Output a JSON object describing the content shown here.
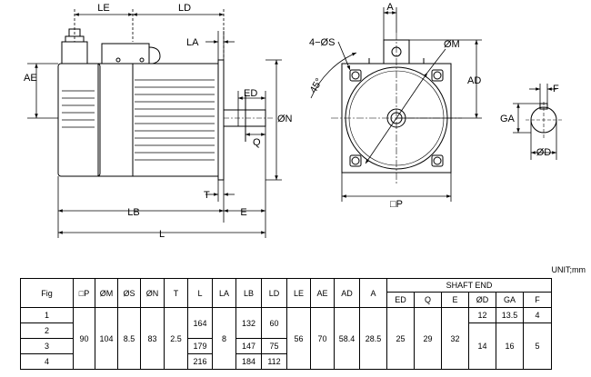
{
  "drawing": {
    "side_labels": {
      "le": "LE",
      "ld": "LD",
      "la": "LA",
      "ae": "AE",
      "ed": "ED",
      "on": "ØN",
      "q": "Q",
      "t": "T",
      "lb": "LB",
      "e": "E",
      "l": "L"
    },
    "front_labels": {
      "a": "A",
      "os": "4−ØS",
      "om": "ØM",
      "ad": "AD",
      "angle": "45°",
      "op": "□P"
    },
    "shaft_labels": {
      "f": "F",
      "ga": "GA",
      "od": "ØD"
    }
  },
  "unit_note": "UNIT;mm",
  "table": {
    "headers": {
      "fig": "Fig",
      "op": "□P",
      "om": "ØM",
      "os": "ØS",
      "on": "ØN",
      "t": "T",
      "l": "L",
      "la": "LA",
      "lb": "LB",
      "ld": "LD",
      "le": "LE",
      "ae": "AE",
      "ad": "AD",
      "a": "A",
      "shaft_end": "SHAFT END",
      "ed": "ED",
      "q": "Q",
      "e": "E",
      "od": "ØD",
      "ga": "GA",
      "f": "F"
    },
    "figs": [
      "1",
      "2",
      "3",
      "4"
    ],
    "common": {
      "op": "90",
      "om": "104",
      "os": "8.5",
      "on": "83",
      "t": "2.5",
      "la": "8",
      "le": "56",
      "ae": "70",
      "ad": "58.4",
      "a": "28.5",
      "ed": "25",
      "q": "29",
      "e": "32"
    },
    "l": [
      "164",
      "179",
      "216"
    ],
    "lb": [
      "132",
      "147",
      "184"
    ],
    "ld": [
      "60",
      "75",
      "112"
    ],
    "od": [
      "12",
      "14"
    ],
    "ga": [
      "13.5",
      "16"
    ],
    "f": [
      "4",
      "5"
    ]
  }
}
